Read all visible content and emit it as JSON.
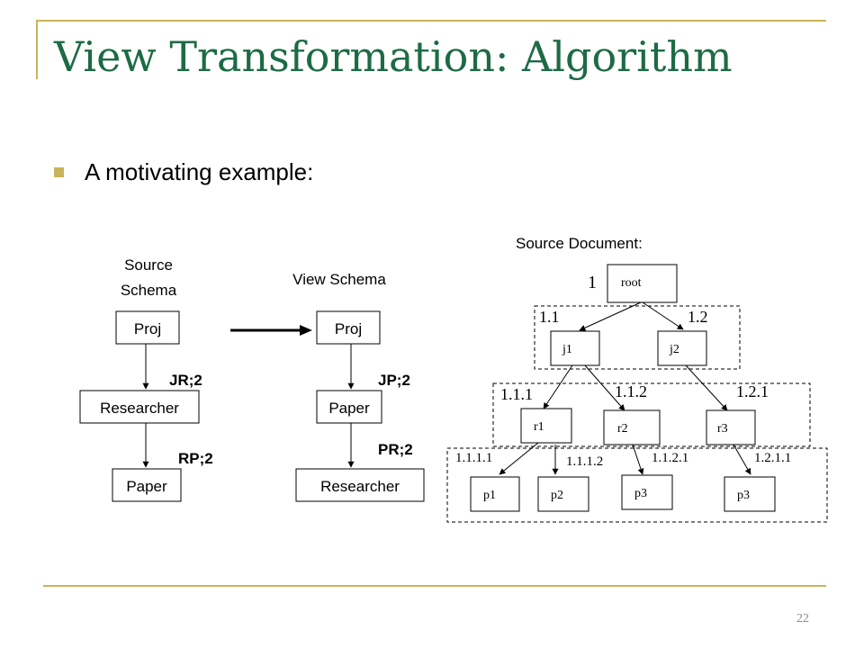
{
  "slide": {
    "title": "View Transformation: Algorithm",
    "bullet": "A motivating example:",
    "page_number": "22"
  },
  "source_schema": {
    "heading_line1": "Source",
    "heading_line2": "Schema",
    "nodes": [
      "Proj",
      "Researcher",
      "Paper"
    ],
    "edges": [
      "JR;2",
      "RP;2"
    ]
  },
  "view_schema": {
    "heading": "View Schema",
    "nodes": [
      "Proj",
      "Paper",
      "Researcher"
    ],
    "edges": [
      "JP;2",
      "PR;2"
    ]
  },
  "source_document": {
    "heading": "Source Document:",
    "root": {
      "label": "root",
      "id": "1"
    },
    "level1": [
      {
        "label": "j1",
        "id": "1.1"
      },
      {
        "label": "j2",
        "id": "1.2"
      }
    ],
    "level2": [
      {
        "label": "r1",
        "id": "1.1.1"
      },
      {
        "label": "r2",
        "id": "1.1.2"
      },
      {
        "label": "r3",
        "id": "1.2.1"
      }
    ],
    "level3": [
      {
        "label": "p1",
        "id": "1.1.1.1"
      },
      {
        "label": "p2",
        "id": "1.1.1.2"
      },
      {
        "label": "p3",
        "id": "1.1.2.1"
      },
      {
        "label": "p3",
        "id": "1.2.1.1"
      }
    ]
  }
}
